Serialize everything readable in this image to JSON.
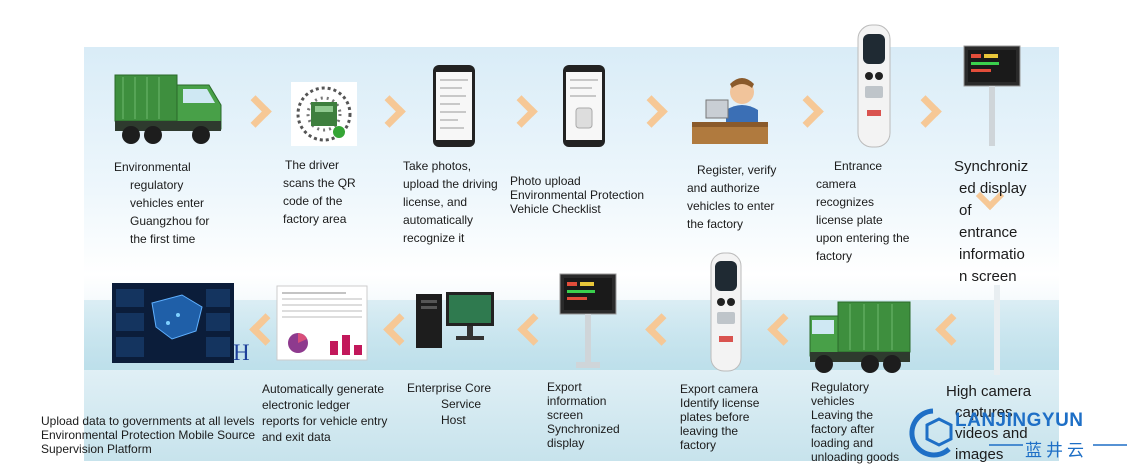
{
  "colors": {
    "arrow": "#f6c896",
    "truck": "#3e8f3e",
    "logo": "#1e6fc6"
  },
  "top_row": [
    {
      "icon": "green-truck",
      "text": [
        "Environmental",
        "regulatory",
        "vehicles enter",
        "Guangzhou for",
        "the first time"
      ]
    },
    {
      "icon": "qr-code",
      "text": [
        "The driver",
        "scans the QR",
        "code of the",
        "factory area"
      ]
    },
    {
      "icon": "smartphone-form",
      "text": [
        "Take photos,",
        "upload the driving",
        "license, and",
        "automatically",
        "recognize it"
      ]
    },
    {
      "icon": "smartphone-checklist",
      "text": [
        "Photo upload",
        "Environmental Protection",
        "Vehicle Checklist"
      ]
    },
    {
      "icon": "registration-clerk",
      "text": [
        "Register, verify",
        "and authorize",
        "vehicles to enter",
        "the factory"
      ]
    },
    {
      "icon": "entrance-camera",
      "text": [
        "Entrance",
        "camera",
        "recognizes",
        "license plate",
        "upon entering the",
        "factory"
      ]
    },
    {
      "icon": "display-screen",
      "text": [
        "Synchroniz",
        "ed display",
        "of",
        "entrance",
        "informatio",
        "n screen"
      ]
    }
  ],
  "bottom_row": [
    {
      "icon": "dashboard-screen",
      "text": [
        "Upload data to governments at all levels",
        "Environmental Protection Mobile Source",
        "Supervision Platform"
      ]
    },
    {
      "icon": "ledger-report",
      "text": [
        "Automatically generate",
        "electronic ledger",
        "reports for vehicle entry",
        "and exit data"
      ]
    },
    {
      "icon": "server-host",
      "text": [
        "Enterprise Core",
        "Service",
        "Host"
      ]
    },
    {
      "icon": "display-screen",
      "text": [
        "Export",
        "information",
        "screen",
        "Synchronized",
        "display"
      ]
    },
    {
      "icon": "exit-camera",
      "text": [
        "Export camera",
        "Identify license",
        "plates before",
        "leaving the",
        "factory"
      ]
    },
    {
      "icon": "green-truck",
      "text": [
        "Regulatory",
        "vehicles",
        "Leaving the",
        "factory after",
        "loading and",
        "unloading goods"
      ]
    },
    {
      "icon": "camera-pole",
      "text": [
        "High camera",
        "captures",
        "videos and",
        "images"
      ]
    }
  ],
  "stray_glyph": "H",
  "logo": {
    "name": "LANJINGYUN",
    "cn": "蓝井云"
  }
}
